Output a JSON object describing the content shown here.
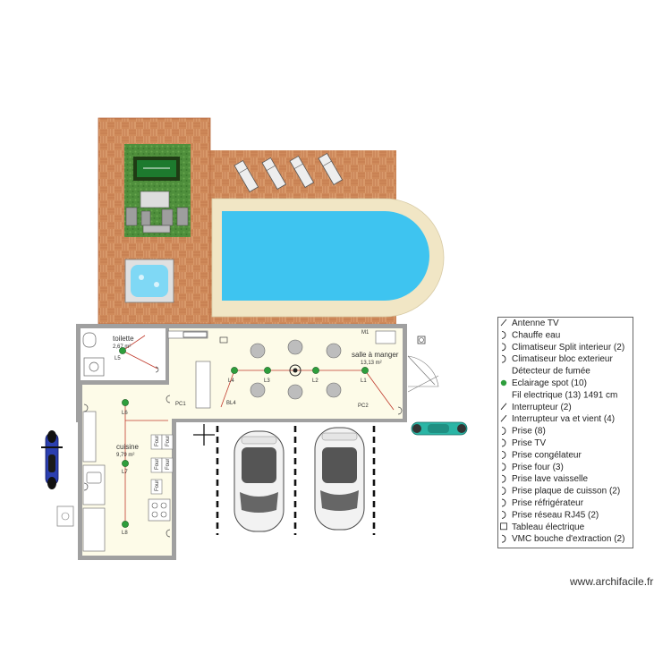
{
  "rooms": {
    "toilette": {
      "name": "toilette",
      "area": "2,67 m²"
    },
    "salle": {
      "name": "salle à manger",
      "area": "13,13 m²"
    },
    "cuisine": {
      "name": "cuisine",
      "area": "9,79 m²"
    }
  },
  "fixture_labels": {
    "l1": "L1",
    "l2": "L2",
    "l3": "L3",
    "l4": "L4",
    "l5": "L5",
    "l6": "L6",
    "l7": "L7",
    "l8": "L8",
    "pc1": "PC1",
    "pc2": "PC2",
    "bl4": "BL4",
    "m1": "M1",
    "four": "Four"
  },
  "legend": {
    "items": [
      {
        "symbol": "antenna-icon",
        "label": "Antenne TV"
      },
      {
        "symbol": "water-heater-icon",
        "label": "Chauffe eau"
      },
      {
        "symbol": "split-ac-icon",
        "label": "Climatiseur Split interieur (2)"
      },
      {
        "symbol": "outdoor-ac-icon",
        "label": "Climatiseur bloc exterieur"
      },
      {
        "symbol": "none",
        "label": "Détecteur de fumée"
      },
      {
        "symbol": "spot-light-icon",
        "label": "Eclairage spot (10)"
      },
      {
        "symbol": "none",
        "label": "Fil electrique (13) 1491 cm"
      },
      {
        "symbol": "switch-icon",
        "label": "Interrupteur (2)"
      },
      {
        "symbol": "two-way-switch-icon",
        "label": "Interrupteur va et vient (4)"
      },
      {
        "symbol": "outlet-icon",
        "label": "Prise (8)"
      },
      {
        "symbol": "tv-outlet-icon",
        "label": "Prise TV"
      },
      {
        "symbol": "freezer-outlet-icon",
        "label": "Prise congélateur"
      },
      {
        "symbol": "oven-outlet-icon",
        "label": "Prise four (3)"
      },
      {
        "symbol": "dishwasher-outlet-icon",
        "label": "Prise lave vaisselle"
      },
      {
        "symbol": "cooktop-outlet-icon",
        "label": "Prise plaque de cuisson (2)"
      },
      {
        "symbol": "fridge-outlet-icon",
        "label": "Prise réfrigérateur"
      },
      {
        "symbol": "rj45-outlet-icon",
        "label": "Prise réseau RJ45 (2)"
      },
      {
        "symbol": "electrical-panel-icon",
        "label": "Tableau électrique"
      },
      {
        "symbol": "vmc-icon",
        "label": "VMC bouche d'extraction (2)"
      }
    ]
  },
  "watermark": "www.archifacile.fr",
  "colors": {
    "deck": "#d69566",
    "deck_dark": "#b8693f",
    "pool_water": "#3ec4f0",
    "pool_border": "#f1e6c5",
    "lawn": "#4f8f3c",
    "wall": "#a0a0a0",
    "room_floor": "#fdfbe8",
    "light_fixture": "#2e9e3c",
    "wire": "#c0392b"
  }
}
